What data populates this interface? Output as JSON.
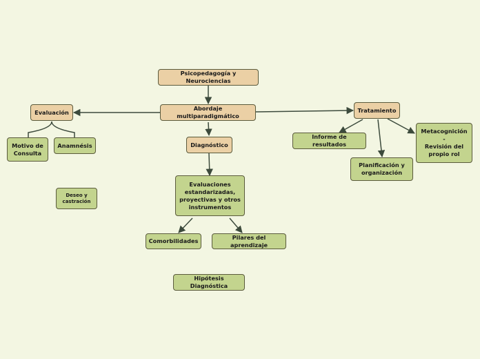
{
  "colors": {
    "background": "#f3f6e2",
    "main_topic": "#ebd0a5",
    "sub_topic": "#c3d48e",
    "connector": "#3c4a3c"
  },
  "nodes": {
    "root": "Psicopedagogía y Neurociencias",
    "abordaje": "Abordaje multiparadigmático",
    "evaluacion": "Evaluación",
    "tratamiento": "Tratamiento",
    "diagnostico": "Diagnóstico",
    "motivo": "Motivo de\nConsulta",
    "anamnesis": "Anamnésis",
    "deseo": "Deseo y\ncastración",
    "evaluaciones": "Evaluaciones\nestandarizadas,\nproyectivas y otros\ninstrumentos",
    "comorbilidades": "Comorbilidades",
    "pilares": "Pilares del aprendizaje",
    "hipotesis": "Hipótesis Diagnóstica",
    "informe": "Informe de resultados",
    "planificacion": "Planificación y\norganización",
    "metacognicion": "Metacognición\n-\nRevisión del\npropio rol"
  }
}
